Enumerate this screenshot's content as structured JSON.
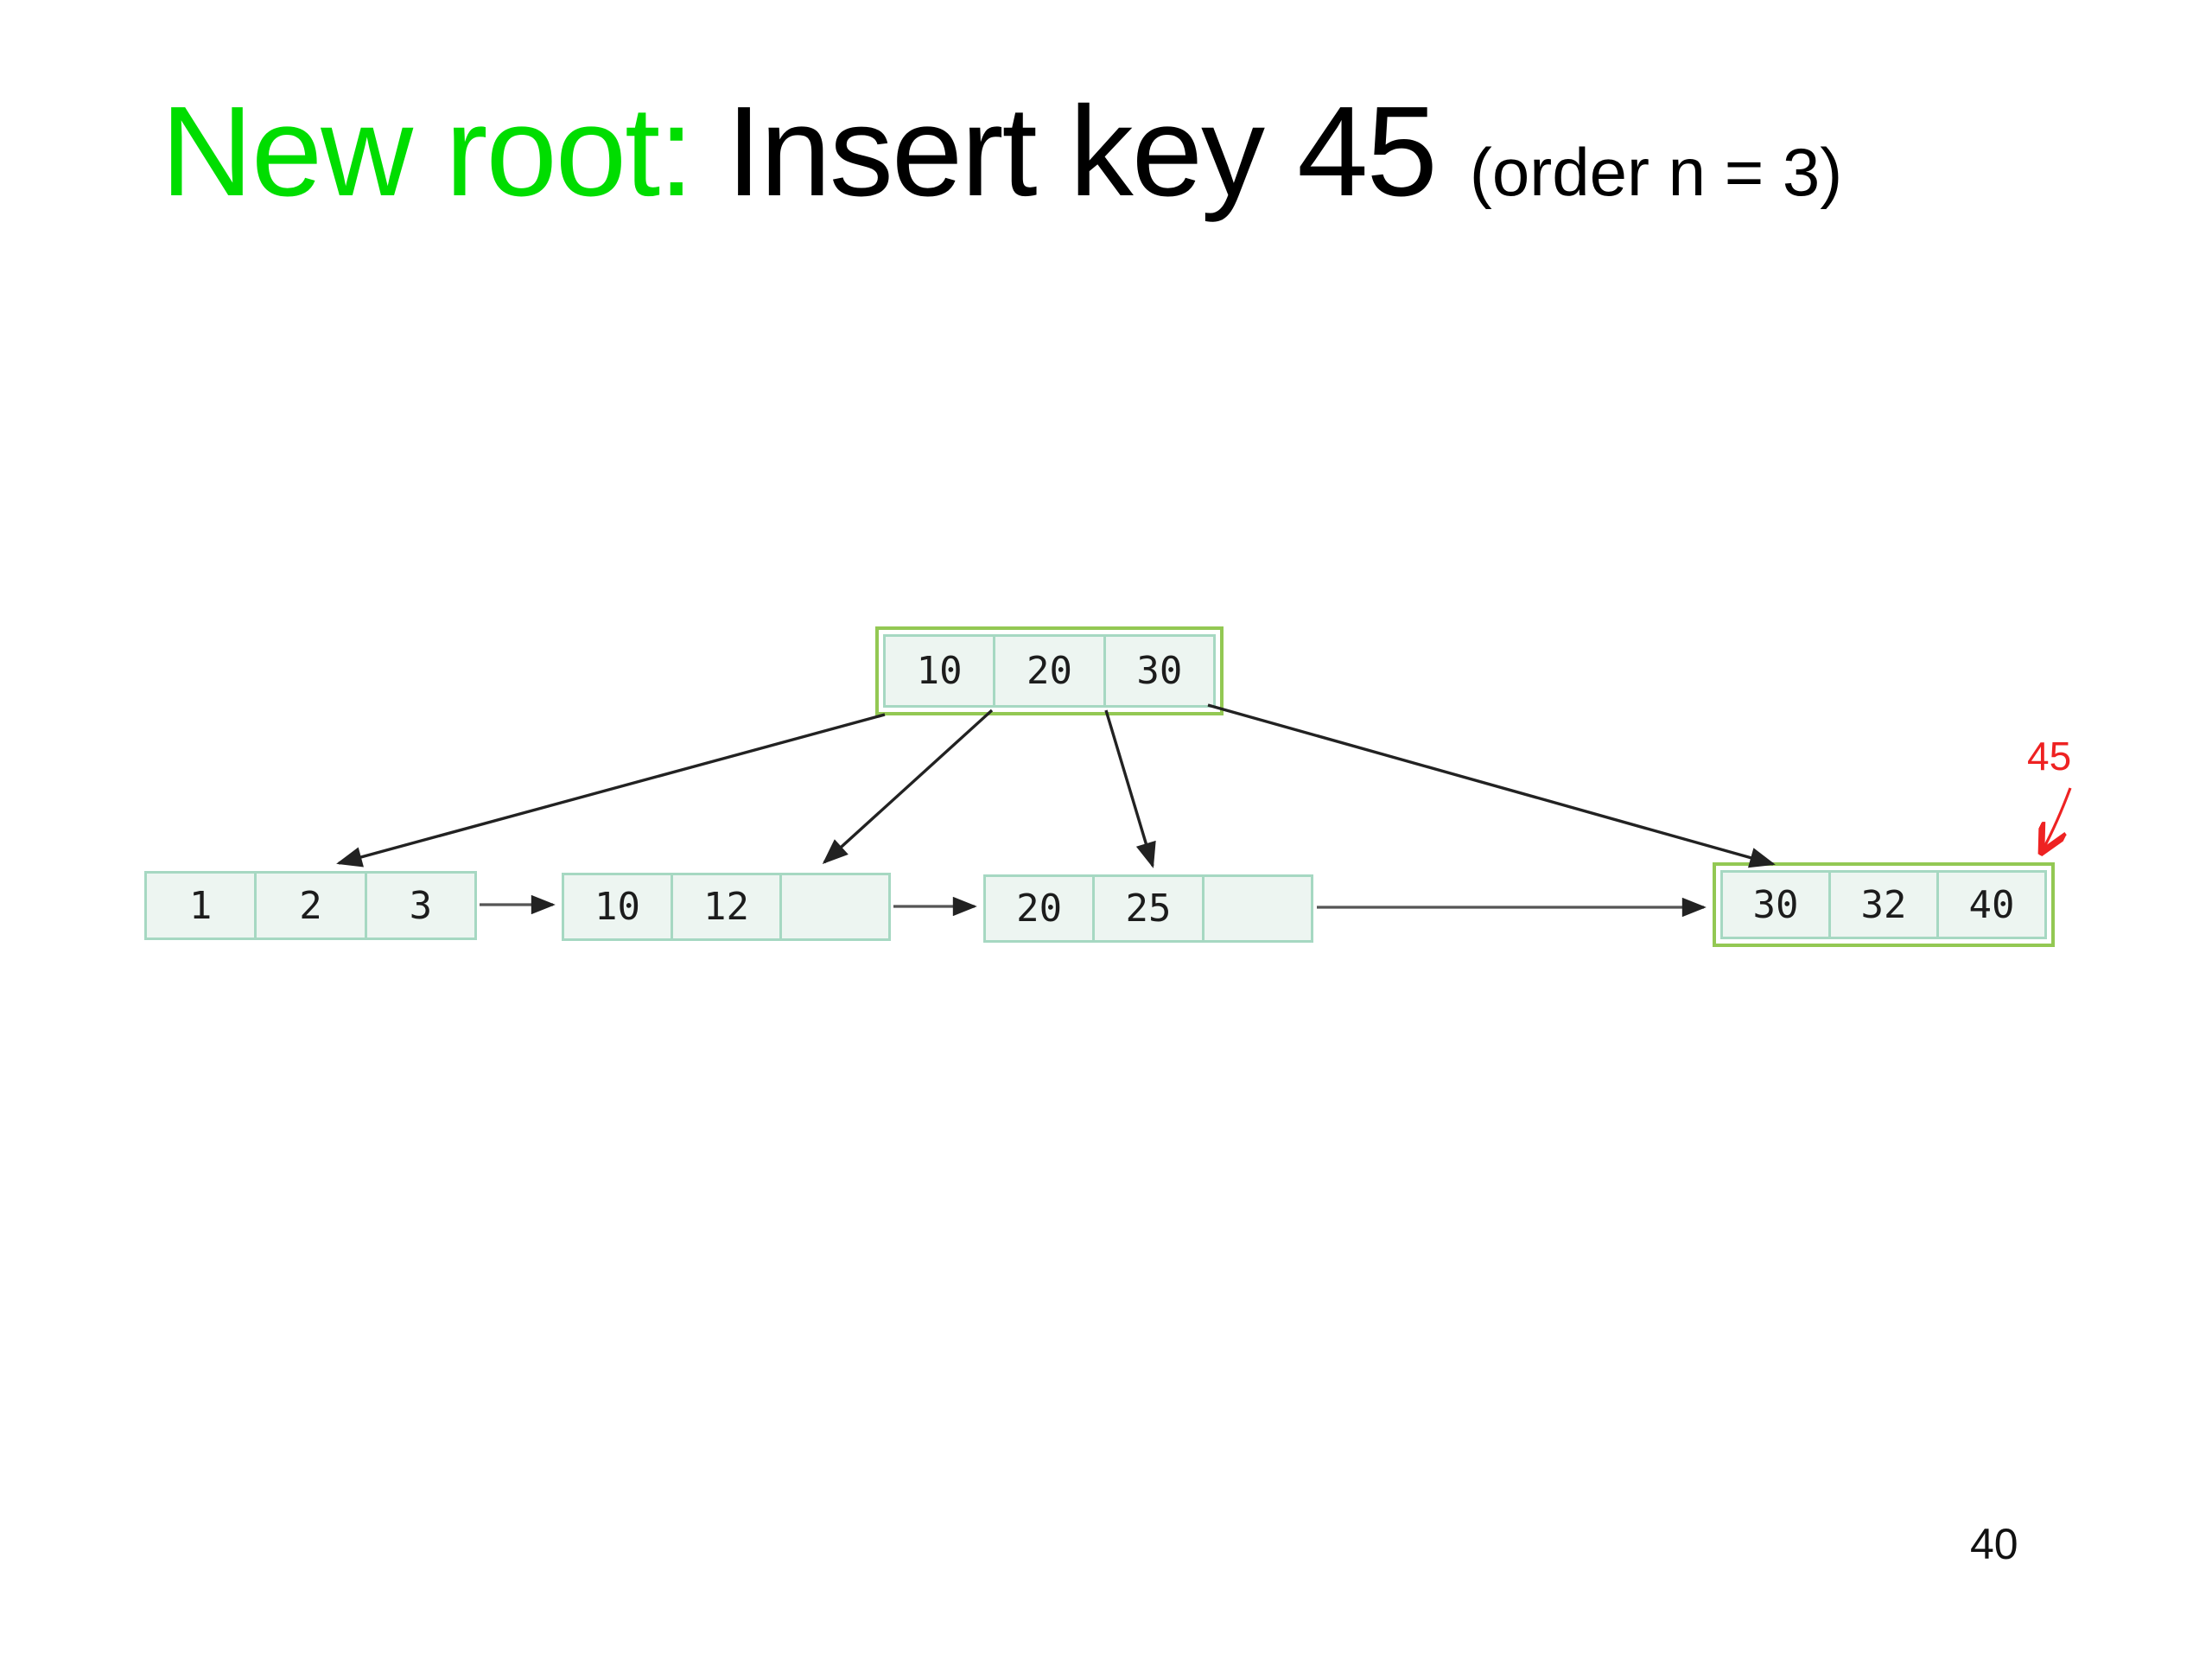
{
  "slide": {
    "title_highlight": "New root:",
    "title_main": " Insert key 45 ",
    "title_suffix": "(order n = 3)",
    "page_number": "40"
  },
  "tree": {
    "type": "b-plus-tree",
    "order": 3,
    "root": {
      "cells": [
        "10",
        "20",
        "30"
      ],
      "highlighted": true
    },
    "leaf1": {
      "cells": [
        "1",
        "2",
        "3"
      ],
      "highlighted": false
    },
    "leaf2": {
      "cells": [
        "10",
        "12",
        ""
      ],
      "highlighted": false
    },
    "leaf3": {
      "cells": [
        "20",
        "25",
        ""
      ],
      "highlighted": false
    },
    "leaf4": {
      "cells": [
        "30",
        "32",
        "40"
      ],
      "highlighted": true
    },
    "annotation": {
      "label": "45",
      "meaning": "key 45 being inserted into rightmost leaf"
    }
  },
  "colors": {
    "title_highlight_green": "#00dd00",
    "node_fill": "#edf5f1",
    "node_border_teal": "#a6d8c2",
    "highlight_border_green": "#93c853",
    "arrow_black": "#333333",
    "annotation_red": "#ee2222"
  }
}
